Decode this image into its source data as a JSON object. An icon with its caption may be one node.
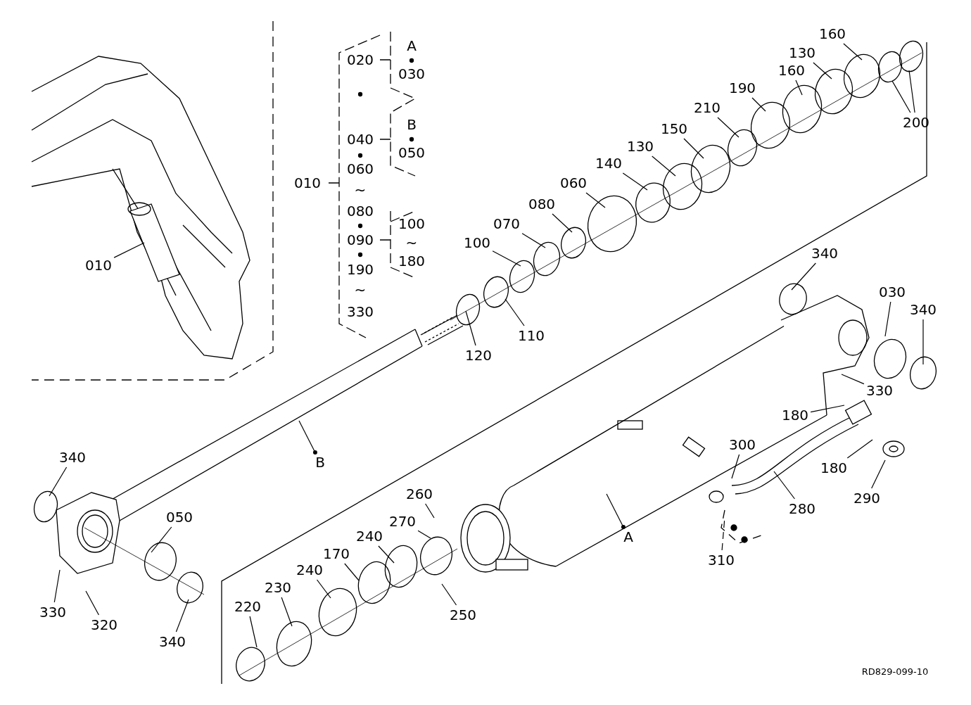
{
  "diagram": {
    "nodes": [
      {
        "text": [
          "010"
        ]
      },
      {
        "text": [
          "340"
        ]
      },
      {
        "text": [
          "030"
        ]
      },
      {
        "text": [
          "340"
        ]
      },
      {
        "text": [
          "330"
        ]
      },
      {
        "text": [
          "180"
        ]
      },
      {
        "text": [
          "180"
        ]
      },
      {
        "text": [
          "290"
        ]
      },
      {
        "text": [
          "300"
        ]
      },
      {
        "text": [
          "280"
        ]
      },
      {
        "text": [
          "310"
        ]
      },
      {
        "text": [
          "A"
        ]
      },
      {
        "text": [
          "B"
        ]
      },
      {
        "text": [
          "120"
        ]
      },
      {
        "text": [
          "110"
        ]
      },
      {
        "text": [
          "100"
        ]
      },
      {
        "text": [
          "070"
        ]
      },
      {
        "text": [
          "080"
        ]
      },
      {
        "text": [
          "060"
        ]
      },
      {
        "text": [
          "140"
        ]
      },
      {
        "text": [
          "130"
        ]
      },
      {
        "text": [
          "150"
        ]
      },
      {
        "text": [
          "210"
        ]
      },
      {
        "text": [
          "190"
        ]
      },
      {
        "text": [
          "160"
        ]
      },
      {
        "text": [
          "130"
        ]
      },
      {
        "text": [
          "160"
        ]
      },
      {
        "text": [
          "200"
        ]
      },
      {
        "text": [
          "340"
        ]
      },
      {
        "text": [
          "050"
        ]
      },
      {
        "text": [
          "330"
        ]
      },
      {
        "text": [
          "320"
        ]
      },
      {
        "text": [
          "340"
        ]
      },
      {
        "text": [
          "260"
        ]
      },
      {
        "text": [
          "270"
        ]
      },
      {
        "text": [
          "240"
        ]
      },
      {
        "text": [
          "170"
        ]
      },
      {
        "text": [
          "240"
        ]
      },
      {
        "text": [
          "250"
        ]
      },
      {
        "text": [
          "230"
        ]
      },
      {
        "text": [
          "220"
        ]
      }
    ],
    "edges": [
      {
        "from": 0,
        "to": null,
        "arrow": "none"
      },
      {
        "from": 1,
        "to": null,
        "arrow": "none"
      },
      {
        "from": 2,
        "to": null,
        "arrow": "none"
      },
      {
        "from": 3,
        "to": null,
        "arrow": "none"
      },
      {
        "from": 4,
        "to": null,
        "arrow": "none"
      },
      {
        "from": 5,
        "to": null,
        "arrow": "none"
      },
      {
        "from": 6,
        "to": null,
        "arrow": "none"
      },
      {
        "from": 7,
        "to": null,
        "arrow": "none"
      },
      {
        "from": 8,
        "to": null,
        "arrow": "none"
      },
      {
        "from": 9,
        "to": null,
        "arrow": "none"
      },
      {
        "from": 10,
        "to": null,
        "arrow": "none",
        "style": "dashed"
      },
      {
        "from": 11,
        "to": null,
        "arrow": "other"
      },
      {
        "from": 12,
        "to": null,
        "arrow": "other"
      },
      {
        "from": 13,
        "to": null,
        "arrow": "none"
      },
      {
        "from": 14,
        "to": null,
        "arrow": "none"
      },
      {
        "from": 15,
        "to": null,
        "arrow": "none"
      },
      {
        "from": 16,
        "to": null,
        "arrow": "none"
      },
      {
        "from": 17,
        "to": null,
        "arrow": "none"
      },
      {
        "from": 18,
        "to": null,
        "arrow": "none"
      },
      {
        "from": 19,
        "to": null,
        "arrow": "none"
      },
      {
        "from": 20,
        "to": null,
        "arrow": "none"
      },
      {
        "from": 21,
        "to": null,
        "arrow": "none"
      },
      {
        "from": 22,
        "to": null,
        "arrow": "none"
      },
      {
        "from": 23,
        "to": null,
        "arrow": "none"
      },
      {
        "from": 24,
        "to": null,
        "arrow": "none"
      },
      {
        "from": 25,
        "to": null,
        "arrow": "none"
      },
      {
        "from": 26,
        "to": null,
        "arrow": "none"
      },
      {
        "from": 27,
        "to": null,
        "arrow": "none"
      },
      {
        "from": 27,
        "to": null,
        "arrow": "none"
      },
      {
        "from": 28,
        "to": null,
        "arrow": "none"
      },
      {
        "from": 29,
        "to": null,
        "arrow": "none"
      },
      {
        "from": 30,
        "to": null,
        "arrow": "none"
      },
      {
        "from": 31,
        "to": null,
        "arrow": "none"
      },
      {
        "from": 32,
        "to": null,
        "arrow": "none"
      },
      {
        "from": 33,
        "to": null,
        "arrow": "none"
      },
      {
        "from": 34,
        "to": null,
        "arrow": "none"
      },
      {
        "from": 35,
        "to": null,
        "arrow": "none"
      },
      {
        "from": 36,
        "to": null,
        "arrow": "none"
      },
      {
        "from": 37,
        "to": null,
        "arrow": "none"
      },
      {
        "from": 38,
        "to": null,
        "arrow": "none"
      },
      {
        "from": 39,
        "to": null,
        "arrow": "none"
      },
      {
        "from": 40,
        "to": null,
        "arrow": "none"
      }
    ],
    "labels": [
      "A",
      "020",
      "030",
      "B",
      "040",
      "050",
      "060",
      "010",
      "~",
      "080",
      "100",
      "090",
      "~",
      "190",
      "180",
      "~",
      "330",
      "RD829-099-10"
    ]
  }
}
